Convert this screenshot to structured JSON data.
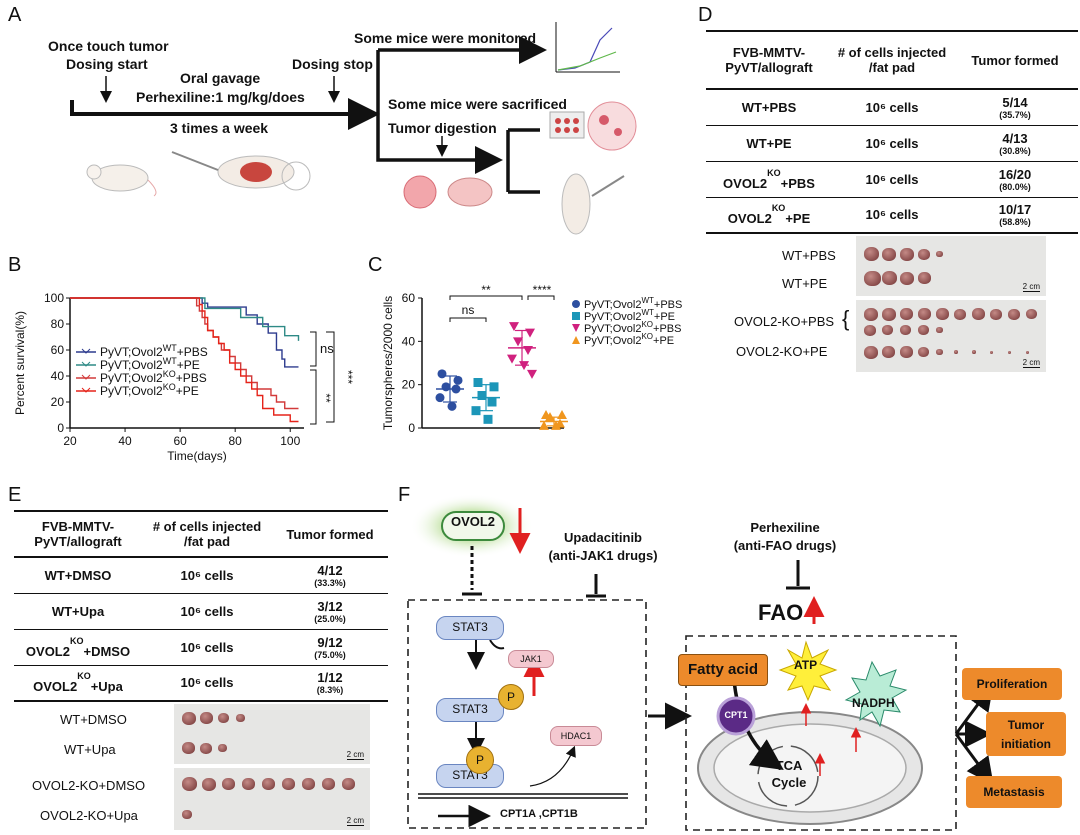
{
  "panels": {
    "A": "A",
    "B": "B",
    "C": "C",
    "D": "D",
    "E": "E",
    "F": "F"
  },
  "panel_a": {
    "once_touch": "Once touch tumor",
    "dosing_start": "Dosing start",
    "oral_gavage": "Oral gavage",
    "dose": "Perhexiline:1 mg/kg/does",
    "dosing_stop": "Dosing stop",
    "schedule": "3 times a week",
    "monitored": "Some mice were monitored",
    "sacrificed": "Some mice were sacrificed",
    "digestion": "Tumor digestion"
  },
  "chart_data": [
    {
      "type": "line",
      "panel": "B",
      "ylabel": "Percent survival(%)",
      "xlabel": "Time(days)",
      "xlim": [
        20,
        105
      ],
      "ylim": [
        0,
        100
      ],
      "xticks": [
        "20",
        "40",
        "60",
        "80",
        "100"
      ],
      "yticks": [
        "0",
        "20",
        "40",
        "60",
        "80",
        "100"
      ],
      "series": [
        {
          "name": "PyVT;Ovol2",
          "sup": "WT",
          "suffix": "+PBS",
          "color": "#2d3b8e",
          "x": [
            20,
            66,
            68,
            70,
            79,
            84,
            88,
            92,
            95,
            97,
            98,
            103
          ],
          "y": [
            100,
            100,
            96,
            93,
            93,
            87,
            80,
            73,
            60,
            53,
            47,
            47
          ]
        },
        {
          "name": "PyVT;Ovol2",
          "sup": "WT",
          "suffix": "+PE",
          "color": "#2e8a86",
          "x": [
            20,
            67,
            69,
            72,
            78,
            82,
            85,
            90,
            95,
            98,
            100,
            103
          ],
          "y": [
            100,
            100,
            92,
            92,
            92,
            85,
            85,
            78,
            78,
            71,
            71,
            67
          ]
        },
        {
          "name": "PyVT;Ovol2",
          "sup": "KO",
          "suffix": "+PBS",
          "color": "#d23a3a",
          "x": [
            20,
            65,
            66,
            67,
            68,
            69,
            70,
            72,
            74,
            75,
            78,
            80,
            82,
            84,
            86,
            88,
            93,
            95,
            98,
            103
          ],
          "y": [
            100,
            100,
            94,
            90,
            85,
            80,
            75,
            70,
            65,
            60,
            55,
            50,
            45,
            40,
            35,
            30,
            25,
            20,
            15,
            15
          ]
        },
        {
          "name": "PyVT;Ovol2",
          "sup": "KO",
          "suffix": "+PE",
          "color": "#e5241a",
          "x": [
            20,
            66,
            67,
            68,
            69,
            70,
            72,
            74,
            76,
            78,
            80,
            82,
            84,
            86,
            88,
            90,
            94,
            98,
            100,
            103
          ],
          "y": [
            100,
            100,
            95,
            90,
            85,
            75,
            70,
            65,
            60,
            50,
            45,
            40,
            35,
            30,
            25,
            15,
            10,
            10,
            5,
            5
          ]
        }
      ],
      "annotations": [
        "ns",
        "**",
        "***"
      ]
    },
    {
      "type": "scatter",
      "panel": "C",
      "ylabel": "Tumorspheres/2000 cells",
      "ylim": [
        0,
        60
      ],
      "yticks": [
        "0",
        "20",
        "40",
        "60"
      ],
      "groups": [
        {
          "name": "PyVT;Ovol2",
          "sup": "WT",
          "suffix": "+PBS",
          "color": "#2d4fa0",
          "shape": "circle",
          "mean": 18,
          "sd": 6,
          "values": [
            25,
            22,
            19,
            18,
            14,
            10
          ]
        },
        {
          "name": "PyVT;Ovol2",
          "sup": "WT",
          "suffix": "+PE",
          "color": "#1c96b8",
          "shape": "square",
          "mean": 14,
          "sd": 6,
          "values": [
            21,
            19,
            15,
            12,
            8,
            4
          ]
        },
        {
          "name": "PyVT;Ovol2",
          "sup": "KO",
          "suffix": "+PBS",
          "color": "#d0217e",
          "shape": "tri-down",
          "mean": 37,
          "sd": 8,
          "values": [
            47,
            44,
            40,
            36,
            32,
            29,
            25
          ]
        },
        {
          "name": "PyVT;Ovol2",
          "sup": "KO",
          "suffix": "+PE",
          "color": "#f0961e",
          "shape": "tri-up",
          "mean": 3,
          "sd": 2,
          "values": [
            6,
            6,
            5,
            2,
            1,
            1
          ]
        }
      ],
      "annotations": [
        "**",
        "****",
        "ns"
      ]
    }
  ],
  "table_d": {
    "header": [
      "FVB-MMTV-\nPyVT/allograft",
      "# of cells injected\n/fat pad",
      "Tumor formed"
    ],
    "rows": [
      {
        "group": "WT+PBS",
        "sup": "",
        "cells": "10⁶ cells",
        "formed": "5/14",
        "pct": "(35.7%)"
      },
      {
        "group": "WT+PE",
        "sup": "",
        "cells": "10⁶ cells",
        "formed": "4/13",
        "pct": "(30.8%)"
      },
      {
        "group": "OVOL2",
        "sup": "KO",
        "suffix": "+PBS",
        "cells": "10⁶ cells",
        "formed": "16/20",
        "pct": "(80.0%)"
      },
      {
        "group": "OVOL2",
        "sup": "KO",
        "suffix": "+PE",
        "cells": "10⁶ cells",
        "formed": "10/17",
        "pct": "(58.8%)"
      }
    ],
    "photo_labels": [
      "WT+PBS",
      "WT+PE",
      "OVOL2-KO+PBS",
      "OVOL2-KO+PE"
    ],
    "scale": "2 cm"
  },
  "table_e": {
    "header": [
      "FVB-MMTV-\nPyVT/allograft",
      "# of cells injected\n/fat pad",
      "Tumor formed"
    ],
    "rows": [
      {
        "group": "WT+DMSO",
        "sup": "",
        "cells": "10⁶ cells",
        "formed": "4/12",
        "pct": "(33.3%)"
      },
      {
        "group": "WT+Upa",
        "sup": "",
        "cells": "10⁶ cells",
        "formed": "3/12",
        "pct": "(25.0%)"
      },
      {
        "group": "OVOL2",
        "sup": "KO",
        "suffix": "+DMSO",
        "cells": "10⁶ cells",
        "formed": "9/12",
        "pct": "(75.0%)"
      },
      {
        "group": "OVOL2",
        "sup": "KO",
        "suffix": "+Upa",
        "cells": "10⁶ cells",
        "formed": "1/12",
        "pct": "(8.3%)"
      }
    ],
    "photo_labels": [
      "WT+DMSO",
      "WT+Upa",
      "OVOL2-KO+DMSO",
      "OVOL2-KO+Upa"
    ],
    "scale": "2 cm"
  },
  "panel_f": {
    "ovol2": "OVOL2",
    "upa": "Upadacitinib",
    "upa_sub": "(anti-JAK1 drugs)",
    "perhex": "Perhexiline",
    "perhex_sub": "(anti-FAO drugs)",
    "fao": "FAO",
    "stat3": "STAT3",
    "jak1": "JAK1",
    "p": "P",
    "hdac1": "HDAC1",
    "genes": "CPT1A ,CPT1B",
    "fatty_acid": "Fatty acid",
    "atp": "ATP",
    "nadph": "NADPH",
    "cpt1": "CPT1",
    "tca1": "TCA",
    "tca2": "Cycle",
    "out1": "Proliferation",
    "out2a": "Tumor",
    "out2b": "initiation",
    "out3": "Metastasis"
  }
}
